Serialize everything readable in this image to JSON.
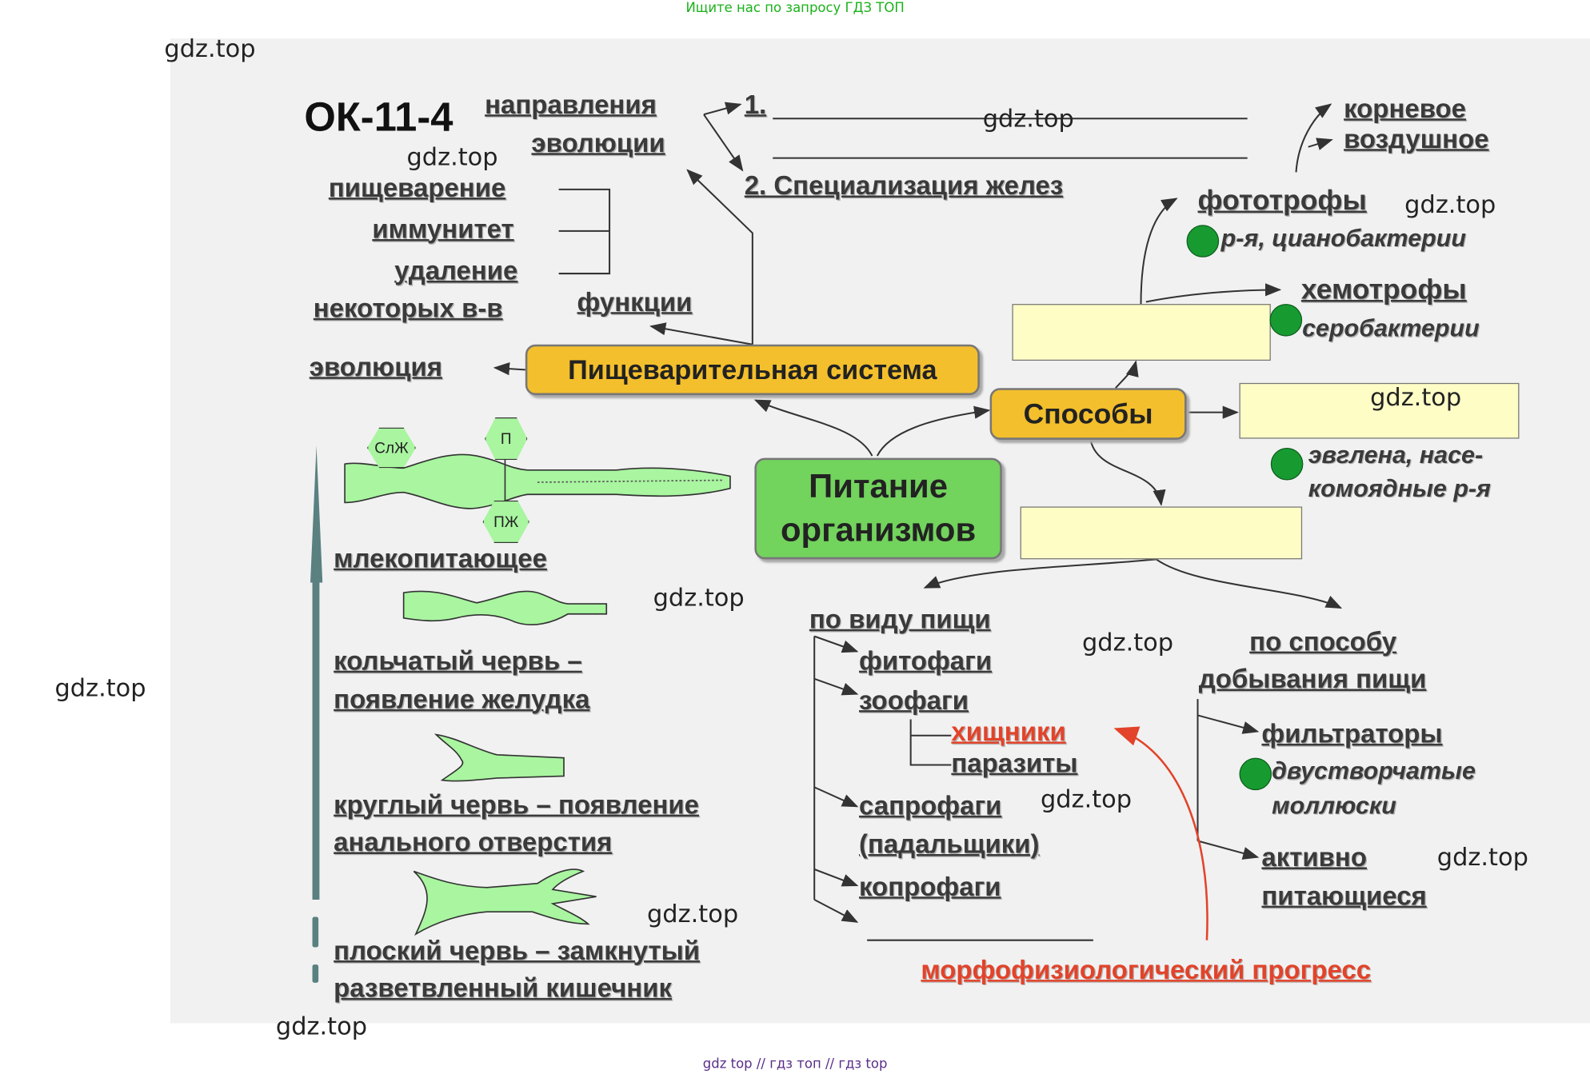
{
  "header_note": "Ищите нас по запросу ГДЗ ТОП",
  "footer_note": "gdz top  //  гдз топ  //  гдз top",
  "watermark": "gdz.top",
  "colors": {
    "yellow_box": "#f3bf2c",
    "green_box": "#72d35d",
    "empty_box": "#fefdc6",
    "dot": "#179b31",
    "red_text": "#e2432a",
    "organ": "#a9f5a0"
  },
  "code": "ОК-11-4",
  "directions": {
    "l1": "направления",
    "l2": "эволюции",
    "n1": "1.",
    "n2": "2. Специализация желез"
  },
  "functions": {
    "f1": "пищеварение",
    "f2": "иммунитет",
    "f3": "удаление",
    "f4": "некоторых в-в",
    "label": "функции"
  },
  "evolution": "эволюция",
  "digestive_system": "Пищеварительная система",
  "center": {
    "l1": "Питание",
    "l2": "организмов"
  },
  "methods": "Способы",
  "autotrophs": {
    "root": "корневое",
    "air": "воздушное",
    "photo": "фототрофы",
    "photo_ex": "р-я, цианобактерии",
    "chemo": "хемотрофы",
    "chemo_ex": "серобактерии"
  },
  "mixo_ex": {
    "l1": "эвглена, насе-",
    "l2": "комоядные р-я"
  },
  "organ_labels": {
    "slzh": "СлЖ",
    "p": "П",
    "pzh": "ПЖ"
  },
  "animals": {
    "mammal": "млекопитающее",
    "annelid1": "кольчатый червь –",
    "annelid2": "появление желудка",
    "round1": "круглый червь – появление",
    "round2": "анального отверстия",
    "flat1": "плоский червь – замкнутый",
    "flat2": "разветвленный кишечник"
  },
  "by_food": {
    "title": "по виду пищи",
    "phyto": "фитофаги",
    "zoo": "зоофаги",
    "pred": "хищники",
    "paras": "паразиты",
    "sapro1": "сапрофаги",
    "sapro2": "(падальщики)",
    "copro": "копрофаги"
  },
  "by_method": {
    "t1": "по способу",
    "t2": "добывания пищи",
    "filter": "фильтраторы",
    "bivalve1": "двустворчатые",
    "bivalve2": "моллюски",
    "active1": "активно",
    "active2": "питающиеся"
  },
  "progress": "морфофизиологический прогресс"
}
